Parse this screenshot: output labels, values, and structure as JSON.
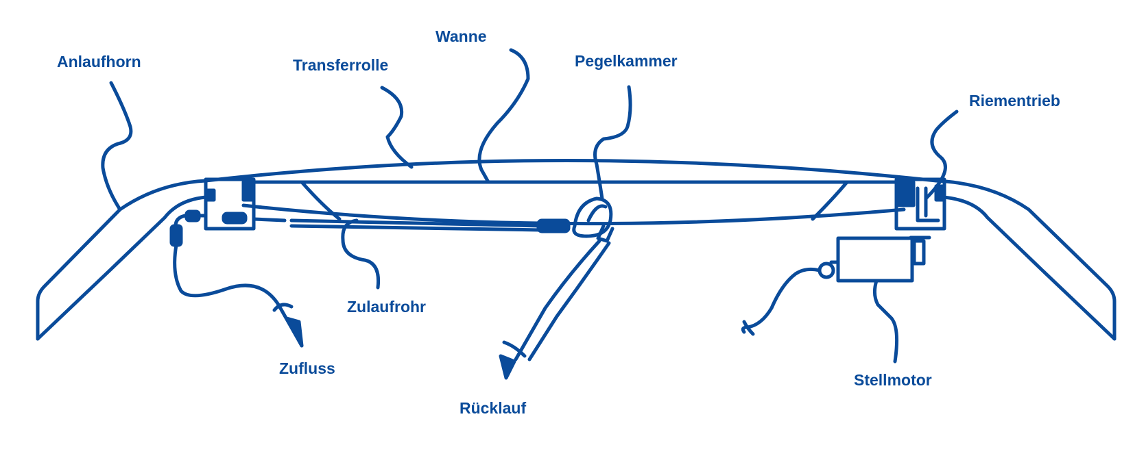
{
  "colors": {
    "line": "#0a4b9a",
    "background": "#ffffff"
  },
  "labels": {
    "anlaufhorn": "Anlaufhorn",
    "transferrolle": "Transferrolle",
    "wanne": "Wanne",
    "pegelkammer": "Pegelkammer",
    "riementrieb": "Riementrieb",
    "zulaufrohr": "Zulaufrohr",
    "zufluss": "Zufluss",
    "ruecklauf": "Rücklauf",
    "stellmotor": "Stellmotor"
  }
}
